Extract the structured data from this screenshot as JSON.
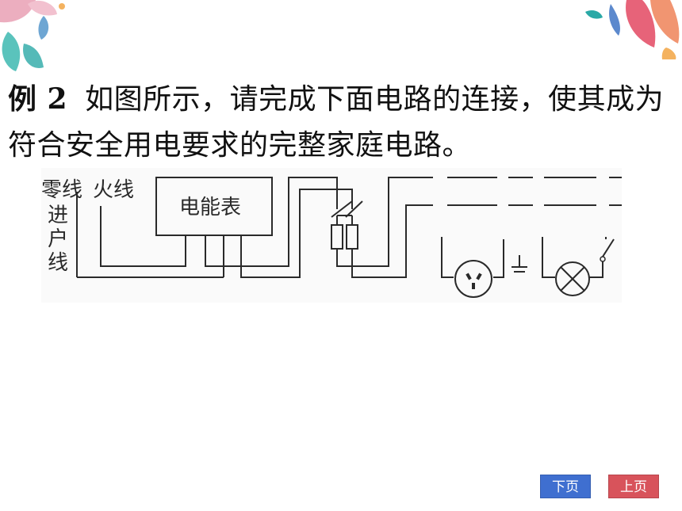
{
  "problem": {
    "label": "例 2",
    "text": "如图所示，请完成下面电路的连接，使其成为符合安全用电要求的完整家庭电路。"
  },
  "diagram": {
    "neutral_label": "零线",
    "live_label": "火线",
    "entry_label_chars": [
      "进",
      "户",
      "线"
    ],
    "meter_label": "电能表"
  },
  "nav": {
    "next_label": "下页",
    "prev_label": "上页"
  },
  "colors": {
    "next_button": "#3f6fd0",
    "prev_button": "#d8535b"
  }
}
